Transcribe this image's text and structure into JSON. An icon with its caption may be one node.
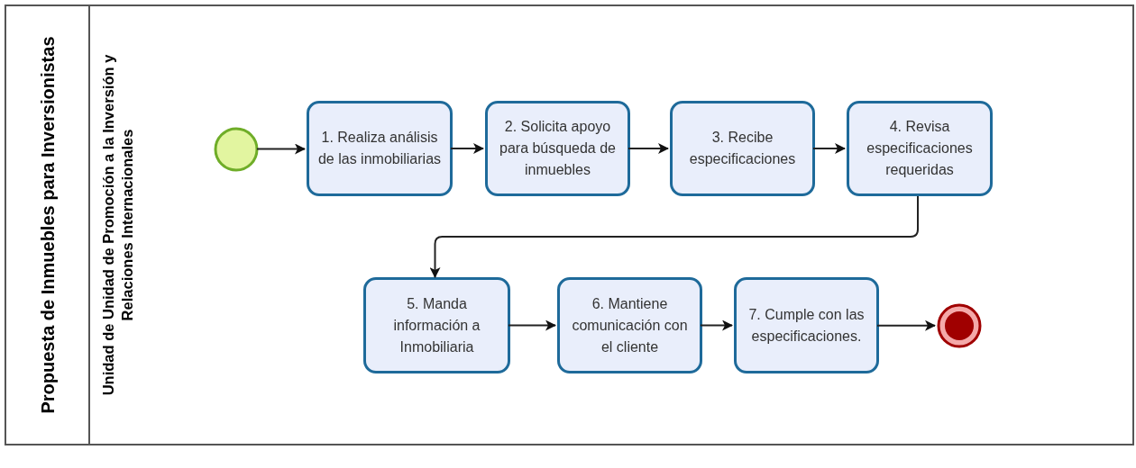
{
  "diagram": {
    "nodes": [
      {
        "text": [
          "Propuesta de Inmuebles para Inversionistas"
        ]
      },
      {
        "text": [
          "Unidad de Unidad de Promoción a la Inversión y Relaciones Internacionales"
        ],
        "in": 0
      },
      {
        "text": [],
        "shape": "circle",
        "in": 1
      },
      {
        "text": [
          "1. Realiza análisis de las inmobiliarias"
        ],
        "in": 1
      },
      {
        "text": [
          "2. Solicita apoyo para búsqueda de inmuebles"
        ],
        "in": 1
      },
      {
        "text": [
          "3. Recibe especificaciones"
        ],
        "in": 1
      },
      {
        "text": [
          "4. Revisa especificaciones requeridas"
        ],
        "in": 1
      },
      {
        "text": [
          "5. Manda información a Inmobiliaria"
        ],
        "in": 1
      },
      {
        "text": [
          "6. Mantiene comunicación con el cliente"
        ],
        "in": 1
      },
      {
        "text": [
          "7. Cumple con las especificaciones."
        ],
        "in": 1
      },
      {
        "text": [],
        "shape": "circle",
        "in": 1
      }
    ],
    "edges": [
      {
        "from": 2,
        "to": 3,
        "arrow": "to"
      },
      {
        "from": 3,
        "to": 4,
        "arrow": "to"
      },
      {
        "from": 4,
        "to": 5,
        "arrow": "to"
      },
      {
        "from": 5,
        "to": 6,
        "arrow": "to"
      },
      {
        "from": 6,
        "to": 7,
        "arrow": "to"
      },
      {
        "from": 7,
        "to": 8,
        "arrow": "to"
      },
      {
        "from": 8,
        "to": 9,
        "arrow": "to"
      },
      {
        "from": 9,
        "to": 10,
        "arrow": "to"
      }
    ]
  }
}
